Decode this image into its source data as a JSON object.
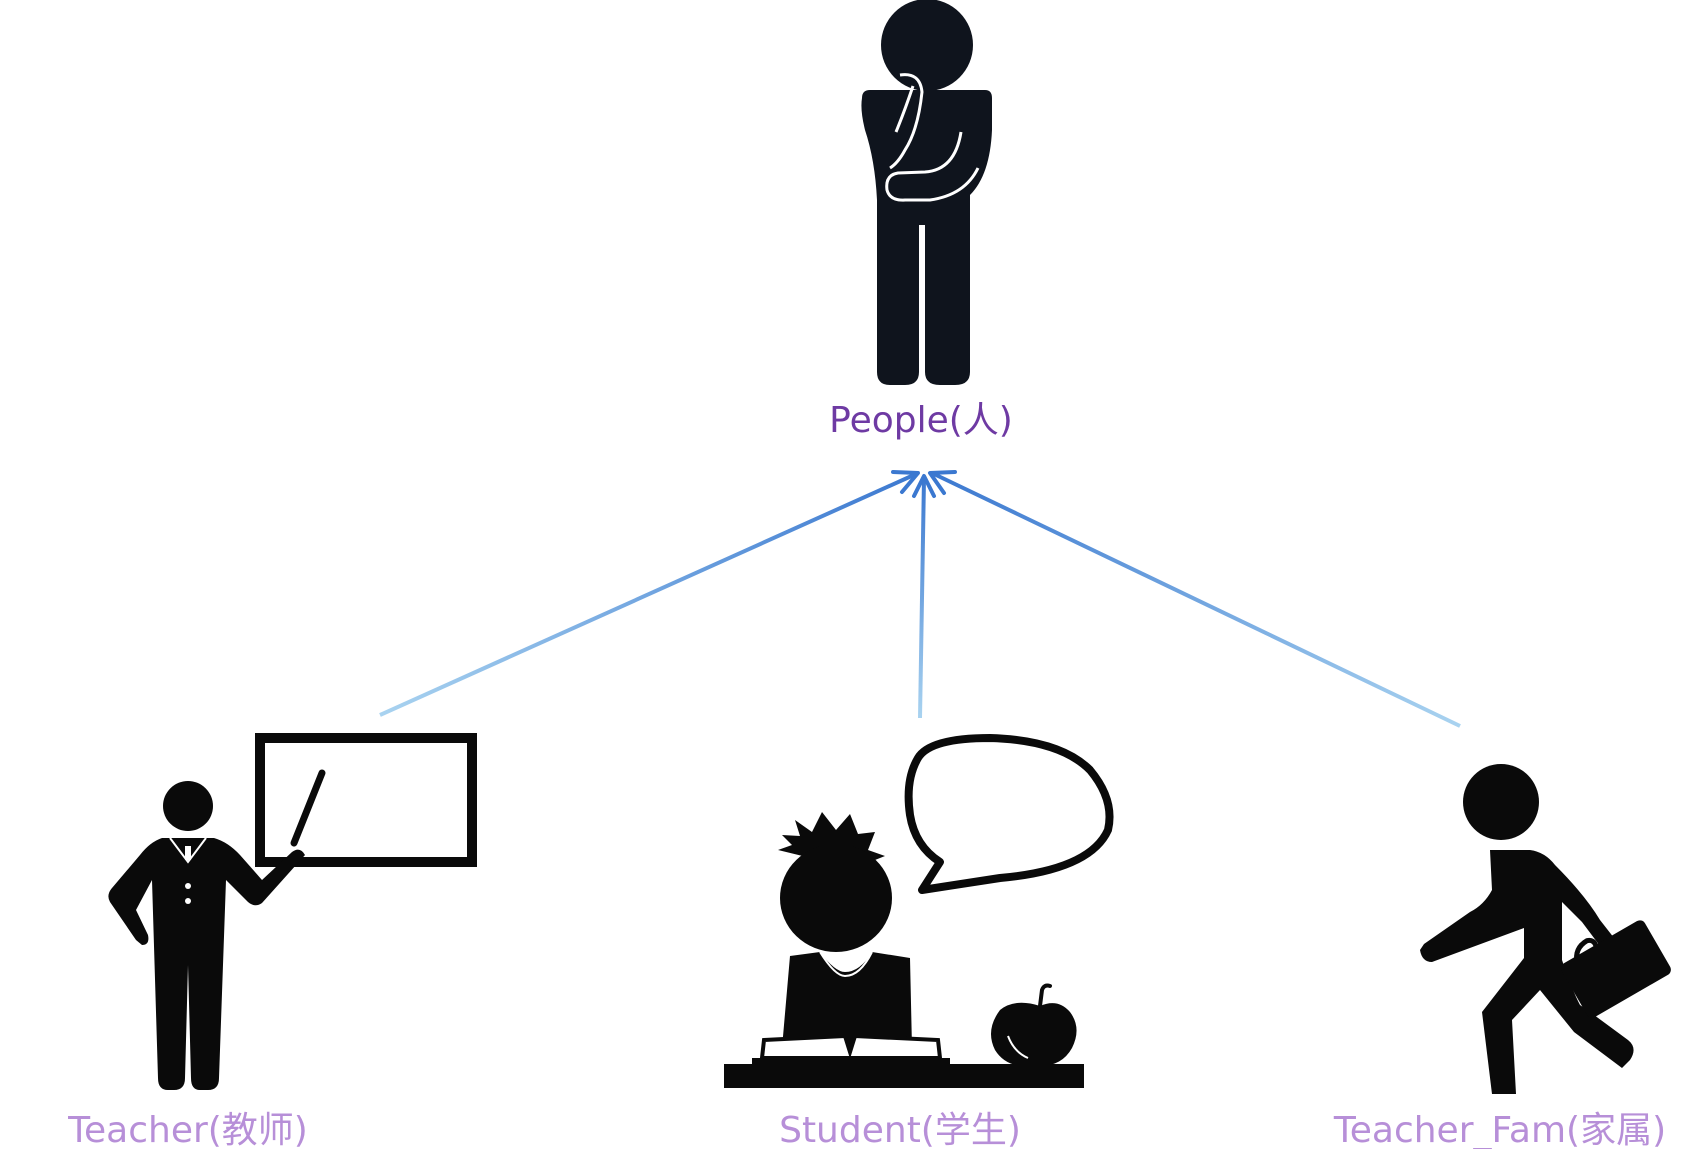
{
  "diagram": {
    "type": "inheritance",
    "parent": {
      "label": "People(人)",
      "icon": "thinking-person-icon"
    },
    "children": [
      {
        "label": "Teacher(教师)",
        "icon": "teacher-at-board-icon"
      },
      {
        "label": "Student(学生)",
        "icon": "student-reading-icon"
      },
      {
        "label": "Teacher_Fam(家属)",
        "icon": "walking-person-briefcase-icon"
      }
    ]
  },
  "colors": {
    "parent_label": "#6e3aa3",
    "child_label": "#b78fd8",
    "arrow_start": "#a9d3f0",
    "arrow_end": "#3b78d0",
    "figure": "#0f141d"
  }
}
